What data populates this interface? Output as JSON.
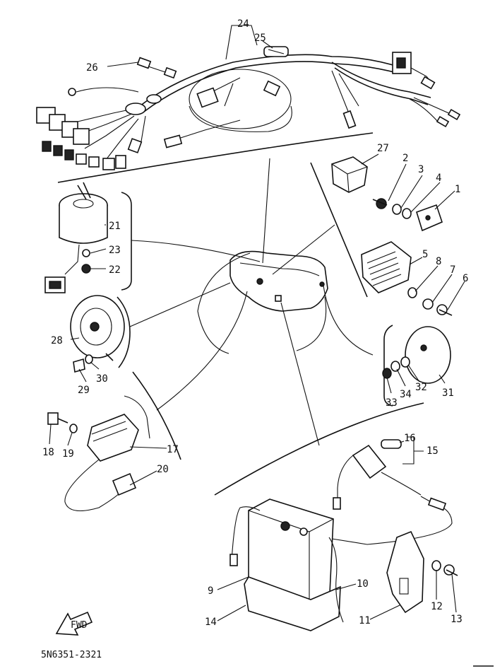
{
  "diagram": {
    "code": "5N6351-2321",
    "fwd_label": "FWD",
    "callouts": [
      "1",
      "2",
      "3",
      "4",
      "5",
      "6",
      "7",
      "8",
      "9",
      "10",
      "11",
      "12",
      "13",
      "14",
      "15",
      "16",
      "17",
      "18",
      "19",
      "20",
      "21",
      "22",
      "23",
      "24",
      "25",
      "26",
      "27",
      "28",
      "29",
      "30",
      "31",
      "32",
      "33",
      "34"
    ]
  }
}
